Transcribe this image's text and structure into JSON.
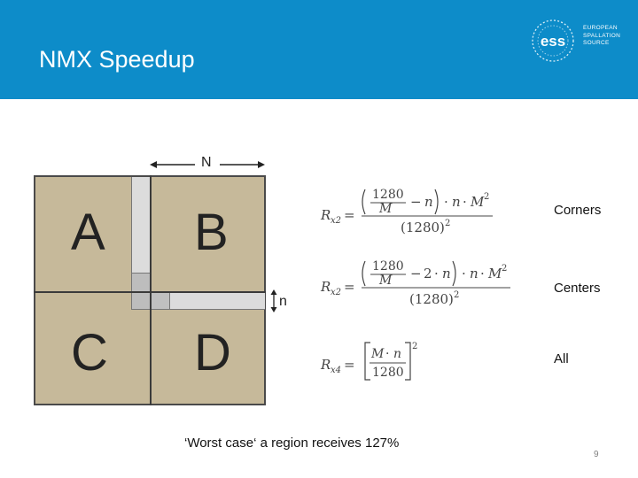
{
  "header": {
    "title": "NMX Speedup",
    "background_color": "#0d8cc9",
    "logo": {
      "mark": "ess",
      "lines": [
        "EUROPEAN",
        "SPALLATION",
        "SOURCE"
      ]
    }
  },
  "diagram": {
    "quadrants": [
      "A",
      "B",
      "C",
      "D"
    ],
    "dimension_top": "N",
    "dimension_side": "n",
    "fill_color": "#c6b99a",
    "strip_color": "#dcdcdc"
  },
  "formulas": [
    {
      "lhs": "R",
      "lhs_sub": "x2",
      "numerator": "(1280/M − n) · n · M²",
      "denominator": "(1280)²",
      "label": "Corners"
    },
    {
      "lhs": "R",
      "lhs_sub": "x2",
      "numerator": "(1280/M − 2 · n) · n · M²",
      "denominator": "(1280)²",
      "label": "Centers"
    },
    {
      "lhs": "R",
      "lhs_sub": "x4",
      "numerator": "M · n",
      "denominator": "1280",
      "exponent": "2",
      "label": "All"
    }
  ],
  "caption": "‘Worst case‘ a region receives 127%",
  "page_number": "9"
}
